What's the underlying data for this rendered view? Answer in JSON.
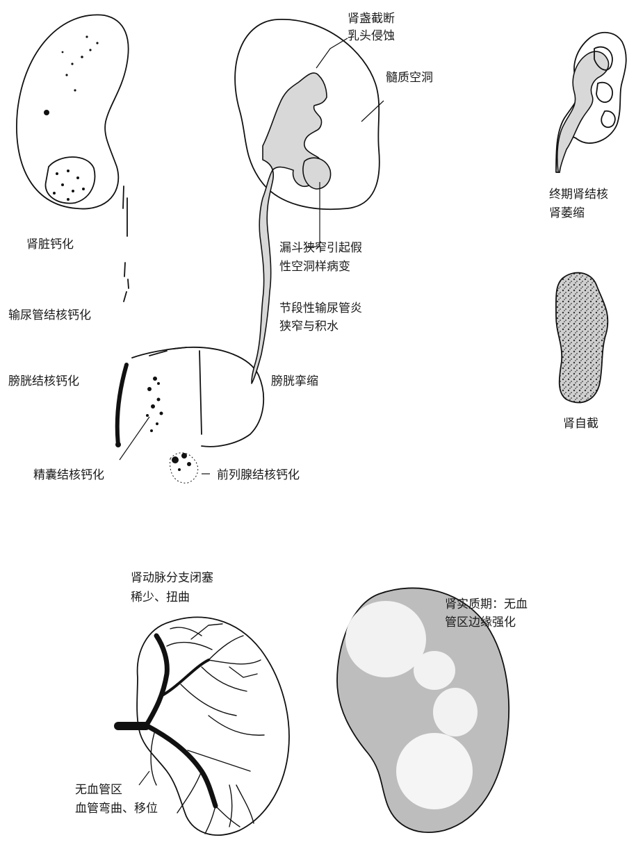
{
  "colors": {
    "ink": "#111111",
    "shade": "#d8d8d8",
    "background": "#ffffff"
  },
  "labels": {
    "renal_calcification": "肾脏钙化",
    "ureter_tb_calcification": "输尿管结核钙化",
    "bladder_tb_calcification": "膀胱结核钙化",
    "seminal_vesicle_tb_calcification": "精囊结核钙化",
    "prostate_tb_calcification": "前列腺结核钙化",
    "calyx_amputation_line1": "肾盏截断",
    "calyx_amputation_line2": "乳头侵蚀",
    "medullary_cavity": "髓质空洞",
    "infundibular_stenosis_line1": "漏斗狭窄引起假",
    "infundibular_stenosis_line2": "性空洞样病变",
    "segmental_ureteritis_line1": "节段性输尿管炎",
    "segmental_ureteritis_line2": "狭窄与积水",
    "bladder_contraction": "膀胱挛缩",
    "end_stage_tb_line1": "终期肾结核",
    "end_stage_tb_line2": "肾萎缩",
    "autonephrectomy": "肾自截",
    "renal_artery_line1": "肾动脉分支闭塞",
    "renal_artery_line2": "稀少、扭曲",
    "avascular_line1": "无血管区",
    "avascular_line2": "血管弯曲、移位",
    "nephrographic_line1": "肾实质期：无血",
    "nephrographic_line2": "管区边缘强化"
  }
}
